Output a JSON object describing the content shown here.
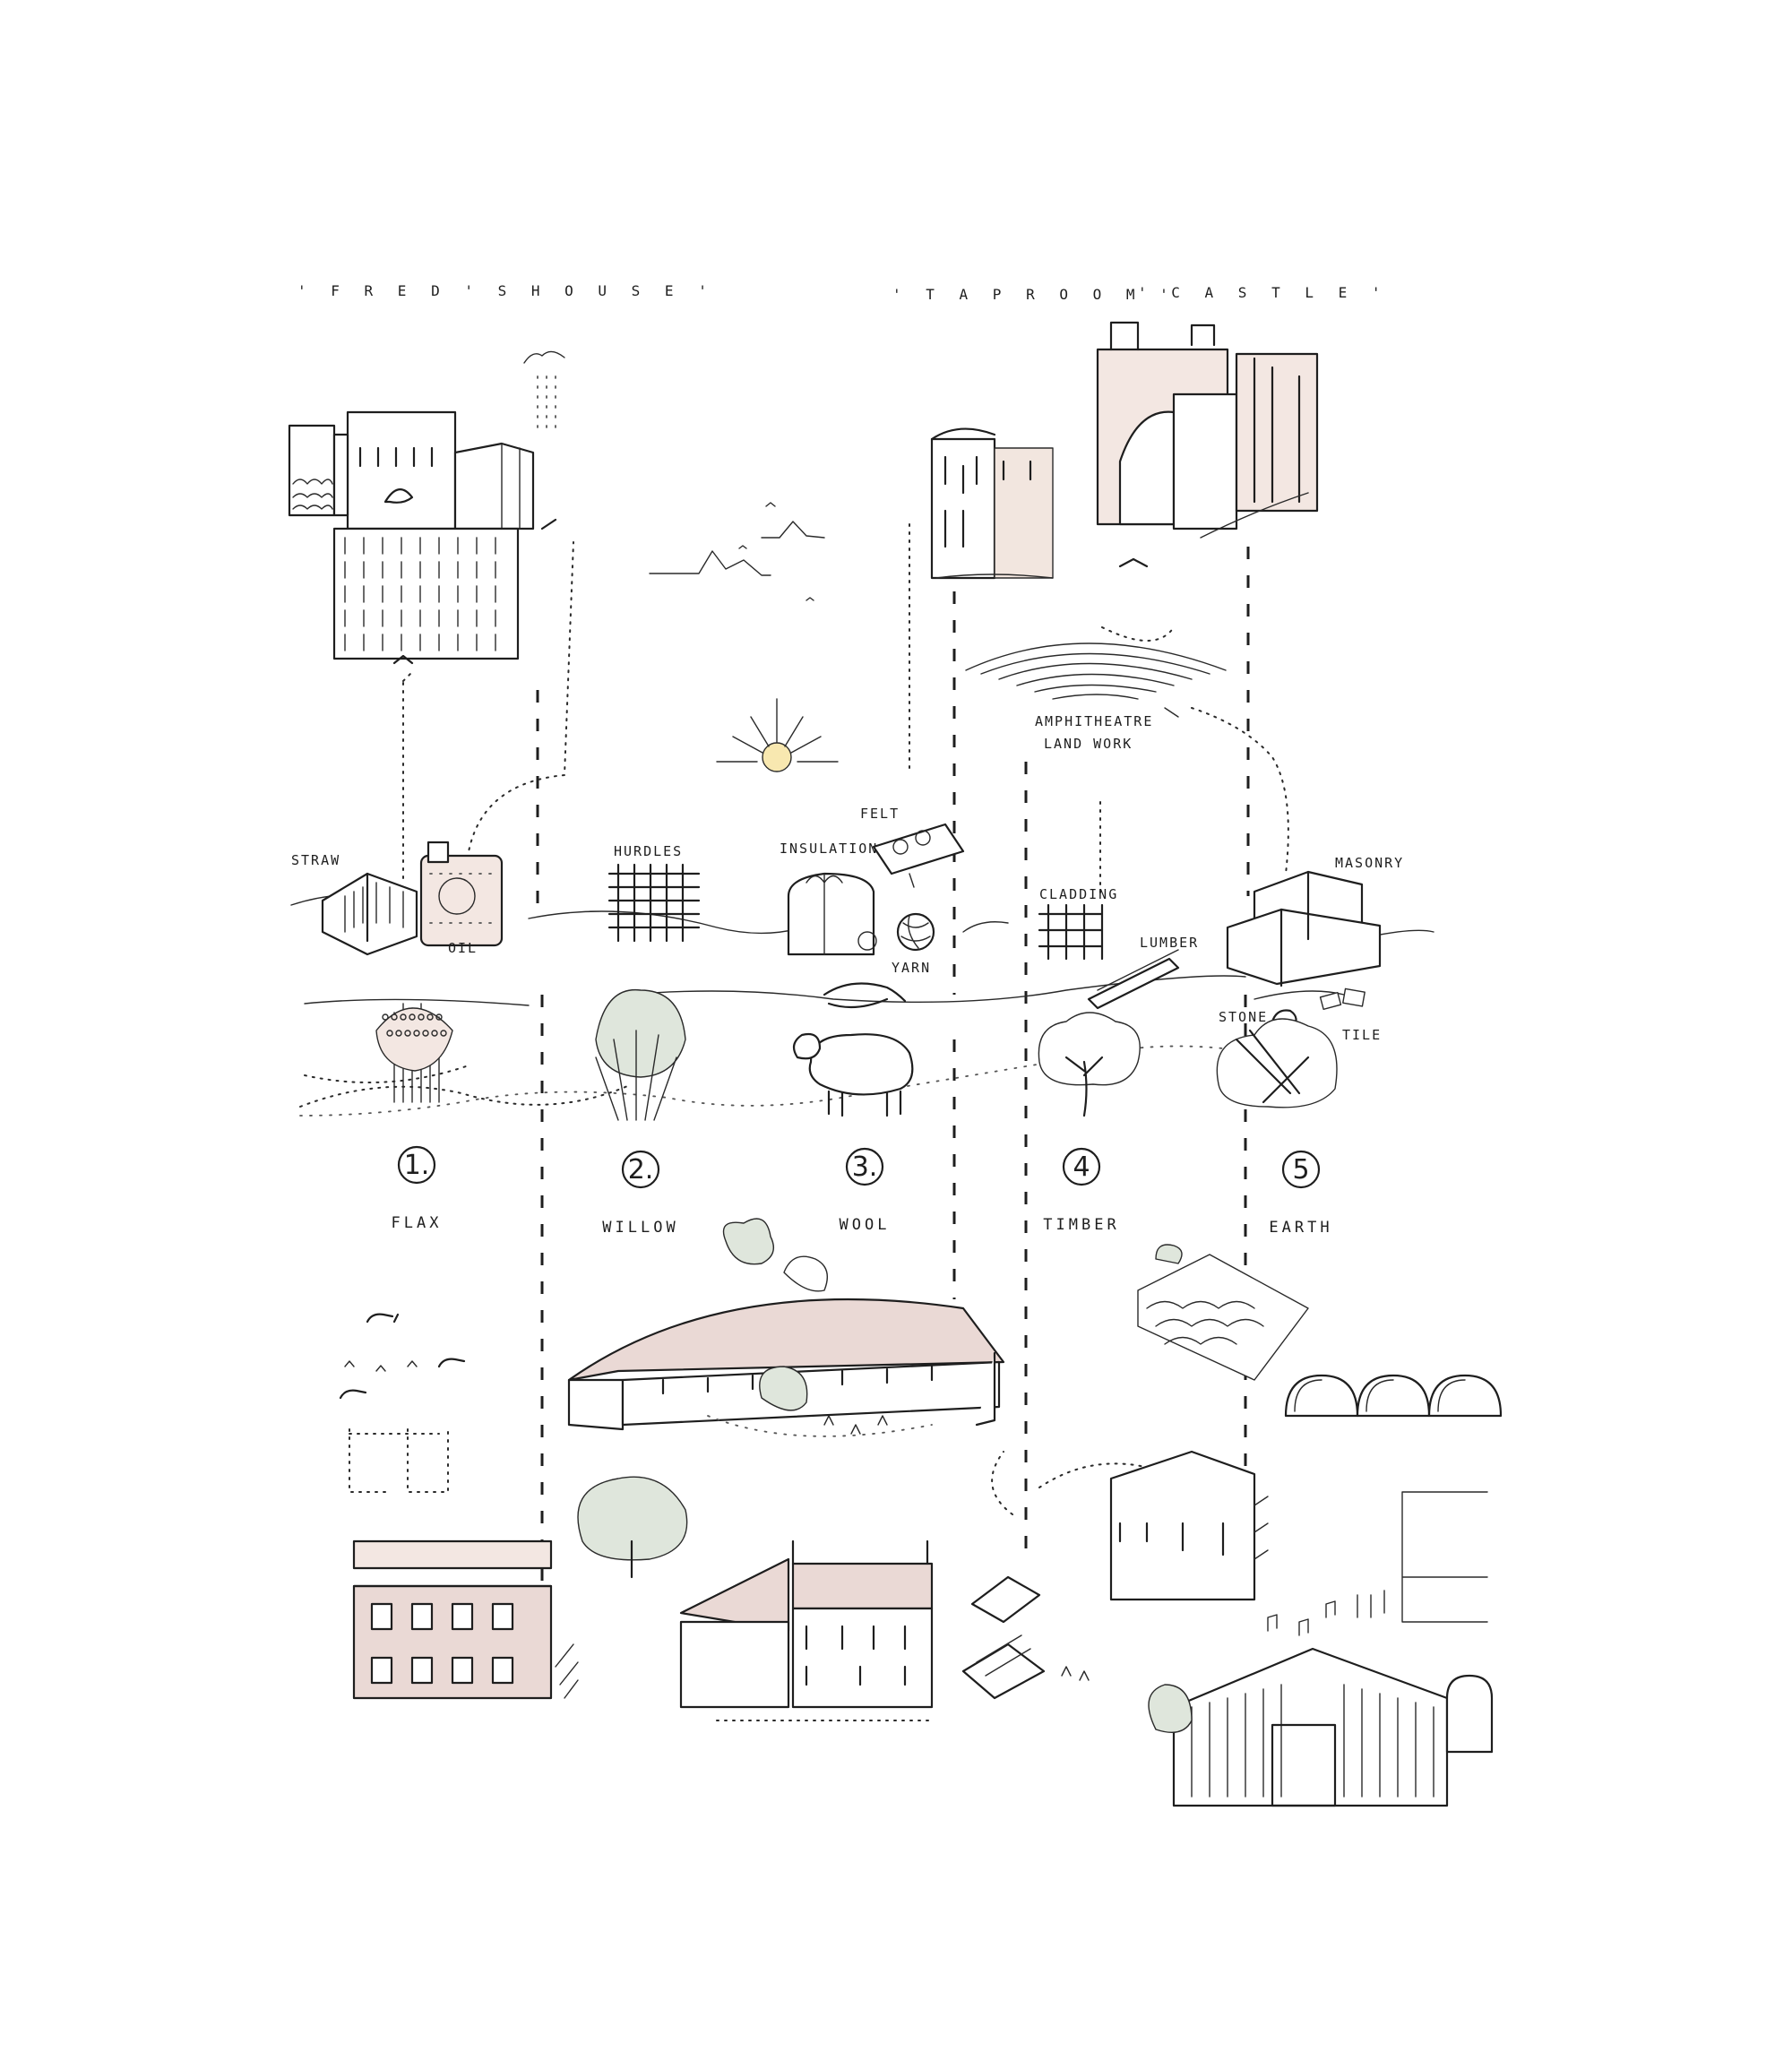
{
  "title_labels": {
    "freds_house": "' F R E D ' S   H O U S E '",
    "tap_room": "' T A P   R O O M '",
    "castle": "' C A S T L E '"
  },
  "material_labels": {
    "straw": "STRAW",
    "oil": "OIL",
    "hurdles": "HURDLES",
    "insulation": "INSULATION",
    "felt": "FELT",
    "yarn": "YARN",
    "amphitheatre_line1": "AMPHITHEATRE",
    "amphitheatre_line2": "LAND WORK",
    "cladding": "CLADDING",
    "lumber": "LUMBER",
    "masonry": "MASONRY",
    "stone": "STONE",
    "tile": "TILE"
  },
  "resources": [
    {
      "number": "1.",
      "name": "FLAX"
    },
    {
      "number": "2.",
      "name": "WILLOW"
    },
    {
      "number": "3.",
      "name": "WOOL"
    },
    {
      "number": "4",
      "name": "TIMBER"
    },
    {
      "number": "5",
      "name": "EARTH"
    }
  ],
  "colors": {
    "ink": "#1e1e1e",
    "wall_pink": "#ead9d5",
    "foliage_green": "#dfe6dc",
    "sun_yellow": "#f8e8b0",
    "background": "#ffffff"
  }
}
